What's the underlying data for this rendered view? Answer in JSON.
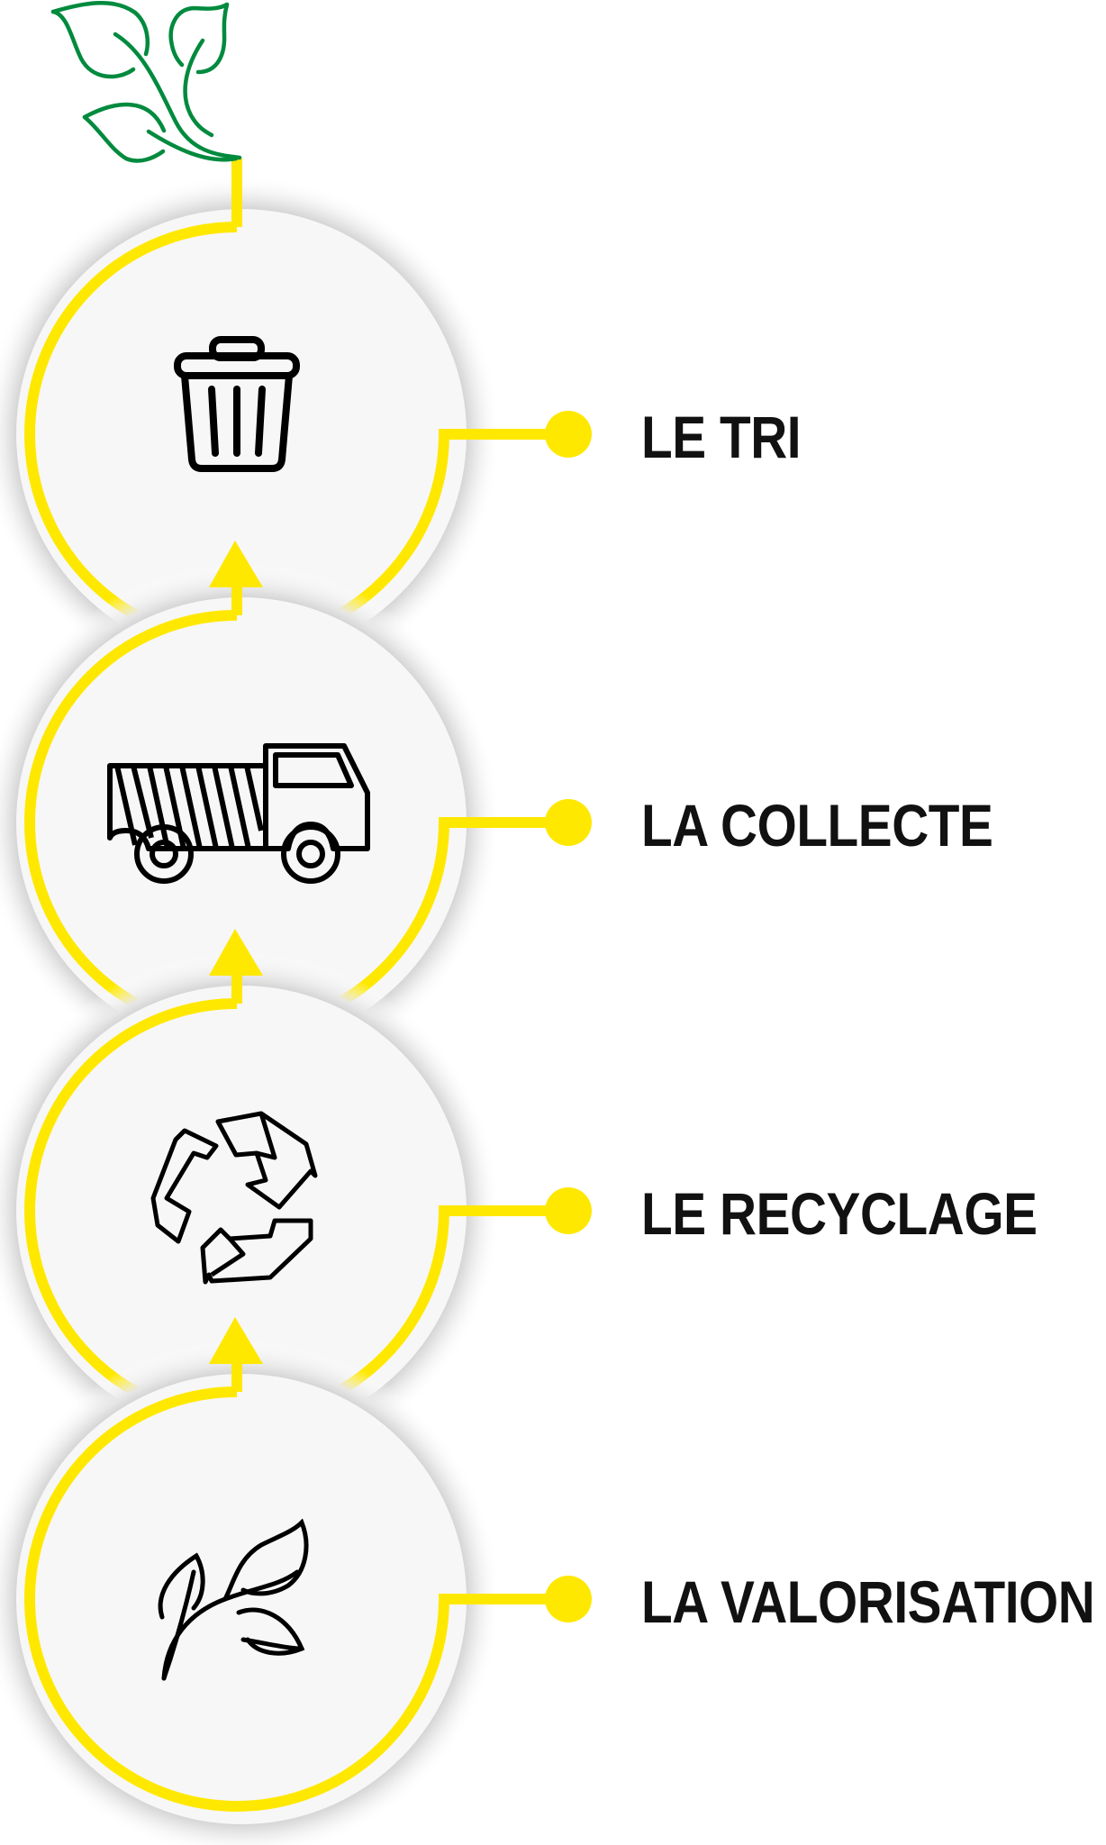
{
  "colors": {
    "accent_yellow": "#ffe800",
    "leaf_green": "#008a3e",
    "circle_fill": "#f7f7f7",
    "text": "#111111"
  },
  "top_icon": "sprout-leaves-icon",
  "steps": [
    {
      "label": "LE TRI",
      "icon": "trash-bin-icon"
    },
    {
      "label": "LA COLLECTE",
      "icon": "garbage-truck-icon"
    },
    {
      "label": "LE RECYCLAGE",
      "icon": "recycle-icon"
    },
    {
      "label": "LA VALORISATION",
      "icon": "leaves-icon"
    }
  ]
}
